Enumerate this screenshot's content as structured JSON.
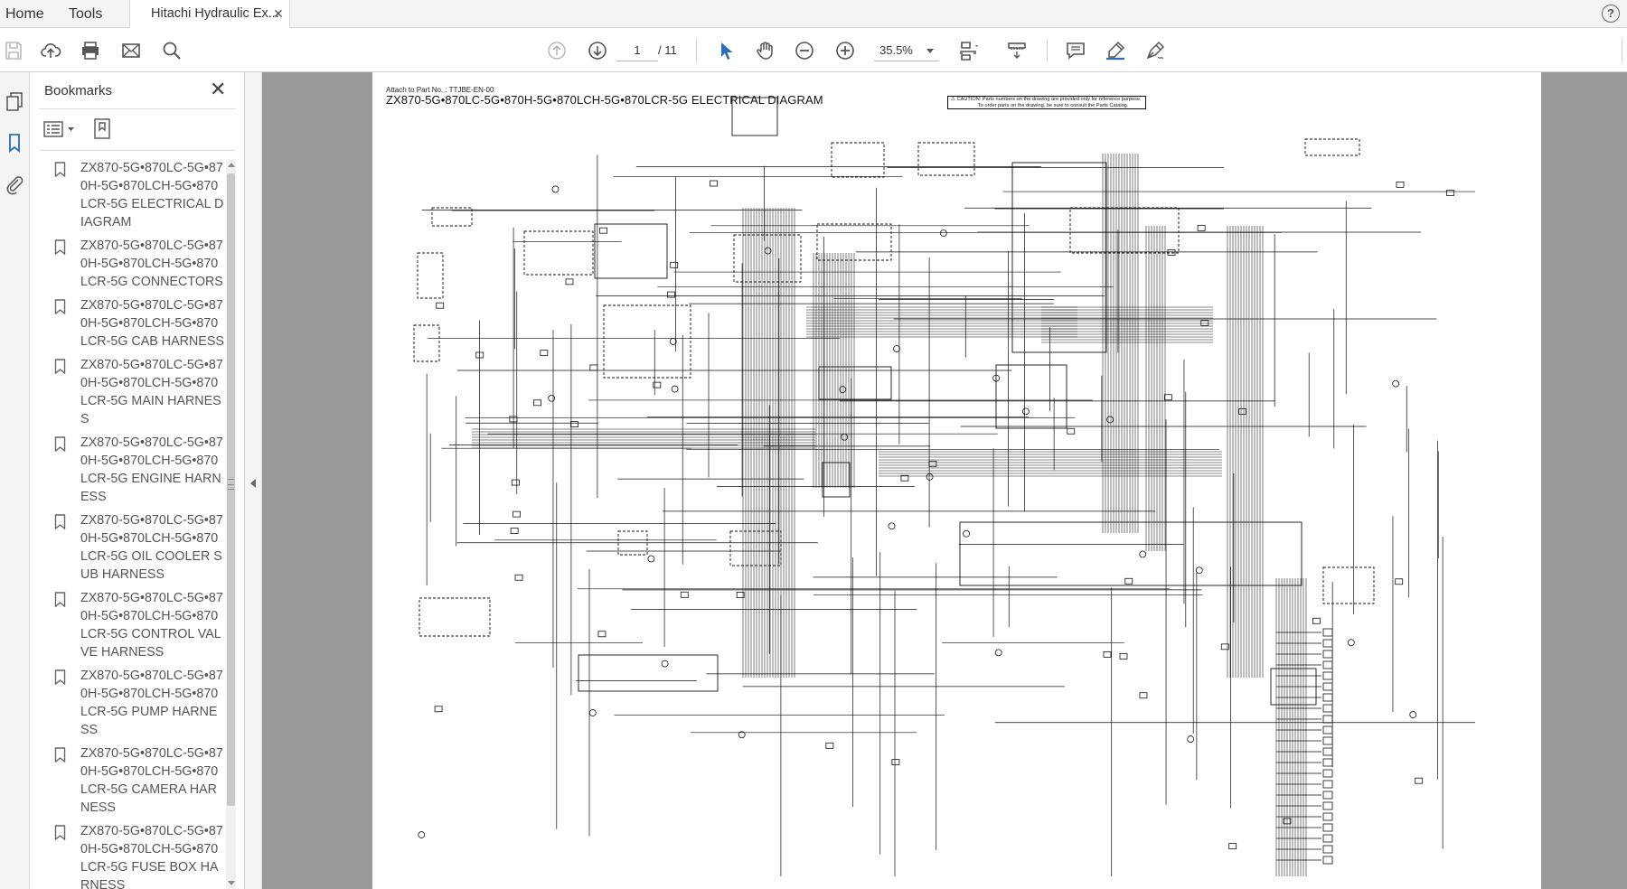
{
  "tabs": {
    "home": "Home",
    "tools": "Tools",
    "document": "Hitachi Hydraulic Ex...",
    "close": "✕",
    "help": "?"
  },
  "toolbar": {
    "page_current": "1",
    "page_total": "/ 11",
    "zoom": "35.5%"
  },
  "bookmarks": {
    "title": "Bookmarks",
    "close": "✕",
    "items": [
      "ZX870-5G•870LC-5G•870H-5G•870LCH-5G•870LCR-5G ELECTRICAL DIAGRAM",
      "ZX870-5G•870LC-5G•870H-5G•870LCH-5G•870LCR-5G CONNECTORS",
      "ZX870-5G•870LC-5G•870H-5G•870LCH-5G•870LCR-5G CAB HARNESS",
      "ZX870-5G•870LC-5G•870H-5G•870LCH-5G•870LCR-5G MAIN HARNESS",
      "ZX870-5G•870LC-5G•870H-5G•870LCH-5G•870LCR-5G ENGINE HARNESS",
      "ZX870-5G•870LC-5G•870H-5G•870LCH-5G•870LCR-5G OIL COOLER SUB HARNESS",
      "ZX870-5G•870LC-5G•870H-5G•870LCH-5G•870LCR-5G CONTROL VALVE HARNESS",
      "ZX870-5G•870LC-5G•870H-5G•870LCH-5G•870LCR-5G PUMP HARNESS",
      "ZX870-5G•870LC-5G•870H-5G•870LCH-5G•870LCR-5G CAMERA HARNESS",
      "ZX870-5G•870LC-5G•870H-5G•870LCH-5G•870LCR-5G FUSE BOX HARNESS"
    ]
  },
  "document": {
    "attach": "Attach to Part No. : TTJBE-EN-00",
    "title": "ZX870-5G•870LC-5G•870H-5G•870LCH-5G•870LCR-5G ELECTRICAL DIAGRAM",
    "caution_line1": "⚠ CAUTION: Parts numbers on the drawing are provided only for reference purpose.",
    "caution_line2": "To order parts on the drawing, be sure to consult the Parts Catalog."
  },
  "colors": {
    "accent_blue": "#2d6db5",
    "viewer_gray": "#9a9a9a",
    "chrome": "#f4f4f4"
  }
}
